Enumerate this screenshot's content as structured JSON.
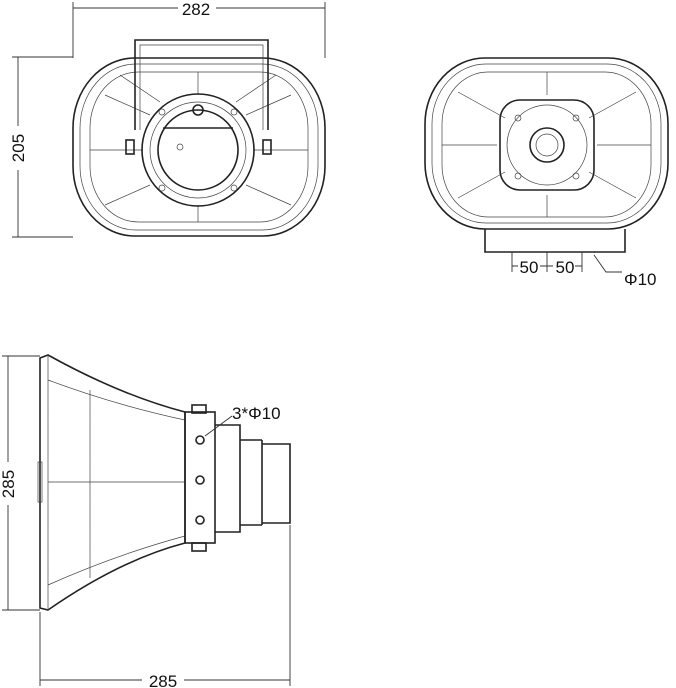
{
  "labels": {
    "front_width": "282",
    "front_height": "205",
    "bracket_left": "50",
    "bracket_right": "50",
    "bracket_hole": "Φ10",
    "side_holes": "3*Φ10",
    "side_height": "285",
    "side_length": "285"
  }
}
